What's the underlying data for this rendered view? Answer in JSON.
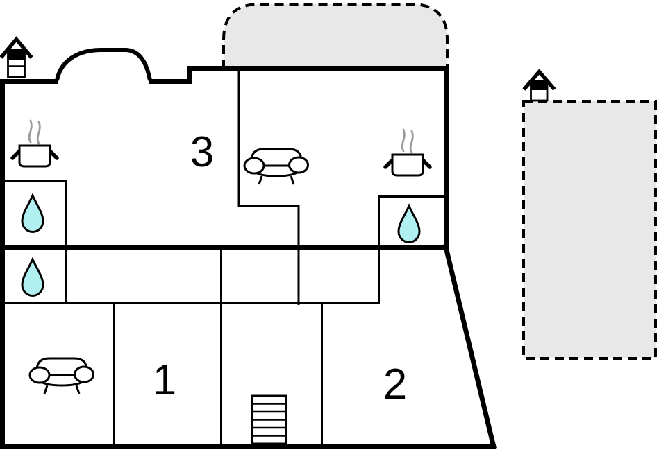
{
  "page": {
    "title": "Floor plan",
    "background": "#ffffff"
  },
  "colors": {
    "wall": "#000000",
    "water_drop": "#b0f0f0",
    "terrace": "#e8e8e8",
    "steam": "#9b9b9b",
    "label": "#000000"
  },
  "rooms": {
    "room3": {
      "label": "3"
    },
    "room1": {
      "label": "1"
    },
    "room2": {
      "label": "2"
    }
  },
  "icons": [
    {
      "name": "chimney-icon",
      "count": 2
    },
    {
      "name": "cooking-pot-icon",
      "count": 2
    },
    {
      "name": "steam-icon",
      "count": 2
    },
    {
      "name": "sofa-icon",
      "count": 2
    },
    {
      "name": "water-drop-icon",
      "count": 3
    },
    {
      "name": "stairs-icon",
      "count": 1
    },
    {
      "name": "terrace-area",
      "count": 2
    }
  ]
}
